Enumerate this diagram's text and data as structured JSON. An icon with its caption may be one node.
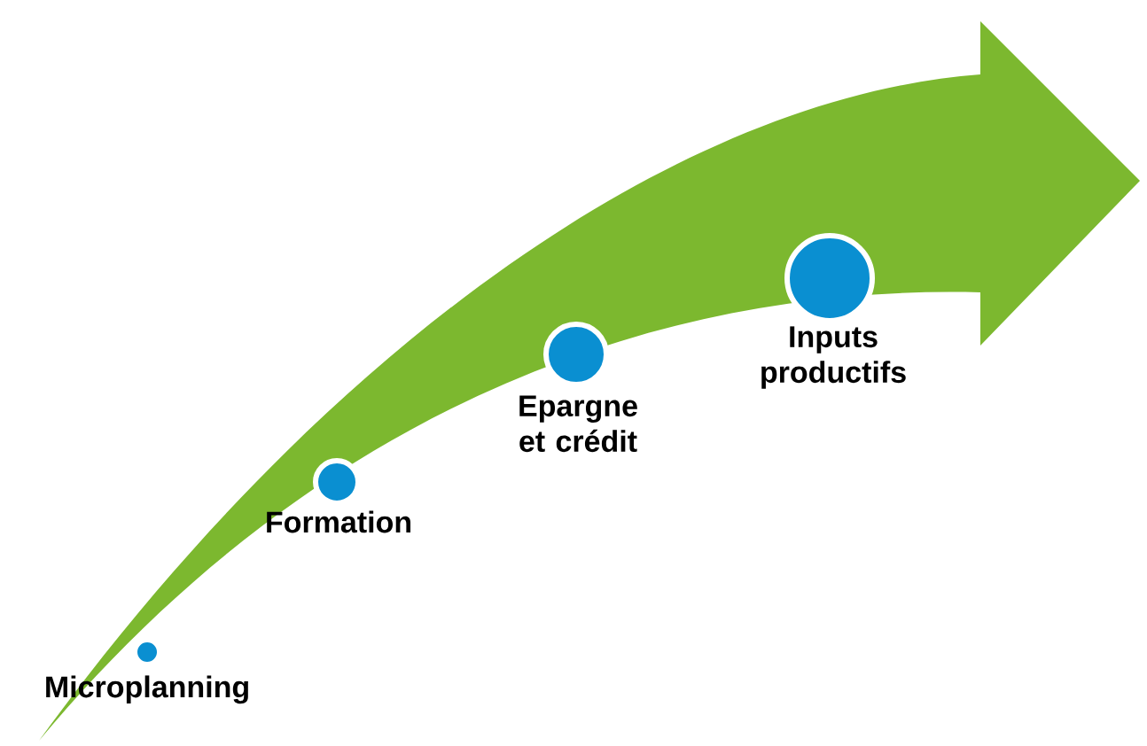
{
  "diagram": {
    "nodes": [
      {
        "text": [
          "Microplanning"
        ]
      },
      {
        "text": [
          "Formation"
        ]
      },
      {
        "text": [
          "Epargne et crédit"
        ]
      },
      {
        "text": [
          "Inputs productifs"
        ]
      }
    ]
  }
}
